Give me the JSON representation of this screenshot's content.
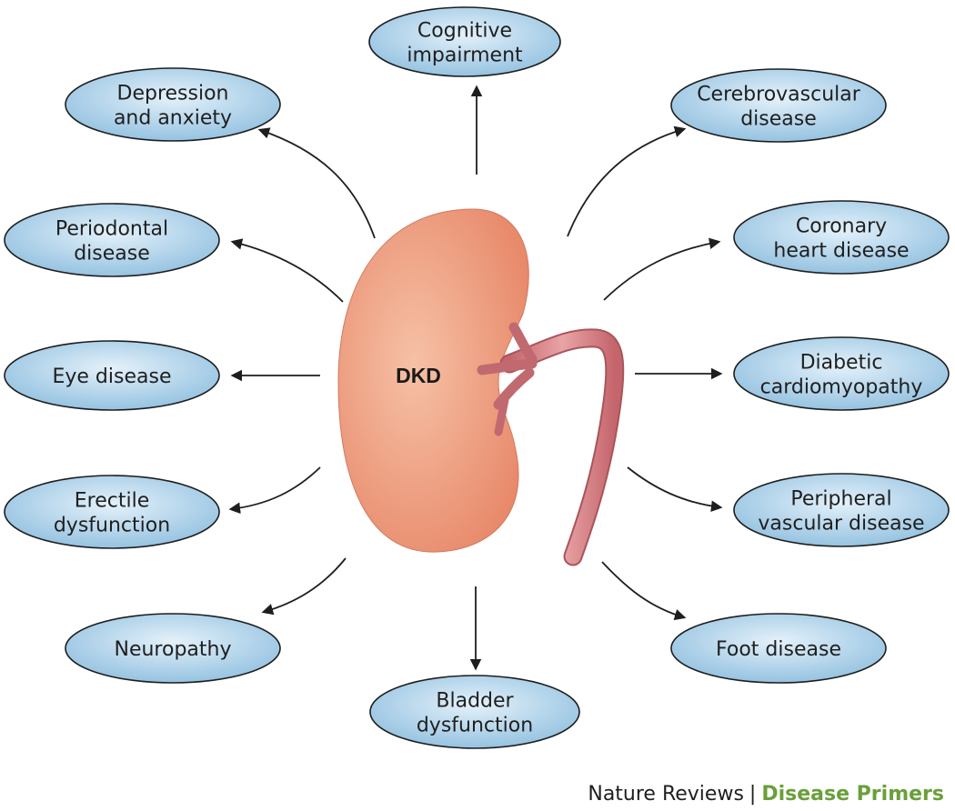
{
  "center_label": "DKD",
  "complications": [
    {
      "id": "cognitive-impairment",
      "lines": [
        "Cognitive",
        "impairment"
      ]
    },
    {
      "id": "depression-and-anxiety",
      "lines": [
        "Depression",
        "and anxiety"
      ]
    },
    {
      "id": "cerebrovascular-disease",
      "lines": [
        "Cerebrovascular",
        "disease"
      ]
    },
    {
      "id": "periodontal-disease",
      "lines": [
        "Periodontal",
        "disease"
      ]
    },
    {
      "id": "coronary-heart-disease",
      "lines": [
        "Coronary",
        "heart disease"
      ]
    },
    {
      "id": "eye-disease",
      "lines": [
        "Eye disease"
      ]
    },
    {
      "id": "diabetic-cardiomyopathy",
      "lines": [
        "Diabetic",
        "cardiomyopathy"
      ]
    },
    {
      "id": "erectile-dysfunction",
      "lines": [
        "Erectile",
        "dysfunction"
      ]
    },
    {
      "id": "peripheral-vascular-disease",
      "lines": [
        "Peripheral",
        "vascular disease"
      ]
    },
    {
      "id": "neuropathy",
      "lines": [
        "Neuropathy"
      ]
    },
    {
      "id": "foot-disease",
      "lines": [
        "Foot disease"
      ]
    },
    {
      "id": "bladder-dysfunction",
      "lines": [
        "Bladder",
        "dysfunction"
      ]
    }
  ],
  "credit": {
    "publisher": "Nature Reviews",
    "separator": "|",
    "series": "Disease Primers"
  },
  "colors": {
    "node_fill_light": "#e4f1fa",
    "node_fill_dark": "#8fbfdf",
    "node_stroke": "#1e1e1e",
    "kidney_light": "#f6c1a6",
    "kidney_dark": "#e8896a",
    "vessel": "#d77b80",
    "brand_green": "#6a9f3a"
  }
}
